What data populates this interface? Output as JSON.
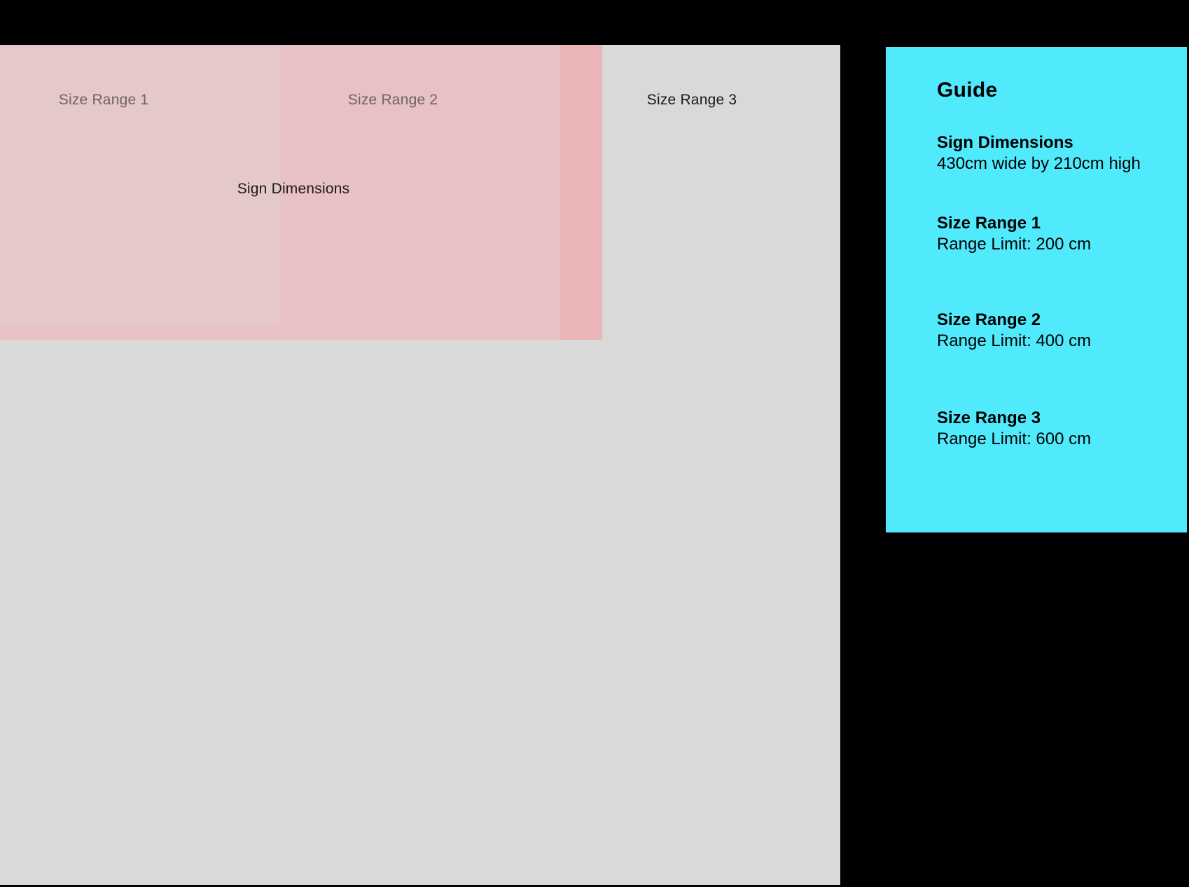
{
  "canvas": {
    "size_range_1_label": "Size Range 1",
    "size_range_2_label": "Size Range 2",
    "size_range_3_label": "Size Range 3",
    "sign_dimensions_label": "Sign Dimensions"
  },
  "guide": {
    "title": "Guide",
    "sections": [
      {
        "heading": "Sign Dimensions",
        "body": "430cm wide by 210cm high"
      },
      {
        "heading": "Size Range 1",
        "body": "Range Limit: 200 cm"
      },
      {
        "heading": "Size Range 2",
        "body": "Range Limit: 400 cm"
      },
      {
        "heading": "Size Range 3",
        "body": "Range Limit: 600 cm"
      }
    ]
  },
  "colors": {
    "page_background": "#000000",
    "artboard_gray": "#d9d9d9",
    "size_range_1_region": "#e5c8ca",
    "size_range_2_region": "#e7c1c3",
    "sign_overflow_region": "#ebb6b8",
    "guide_panel_cyan": "#51eafd",
    "muted_label_text": "#6f6366",
    "dark_label_text": "#1a1a1a"
  }
}
